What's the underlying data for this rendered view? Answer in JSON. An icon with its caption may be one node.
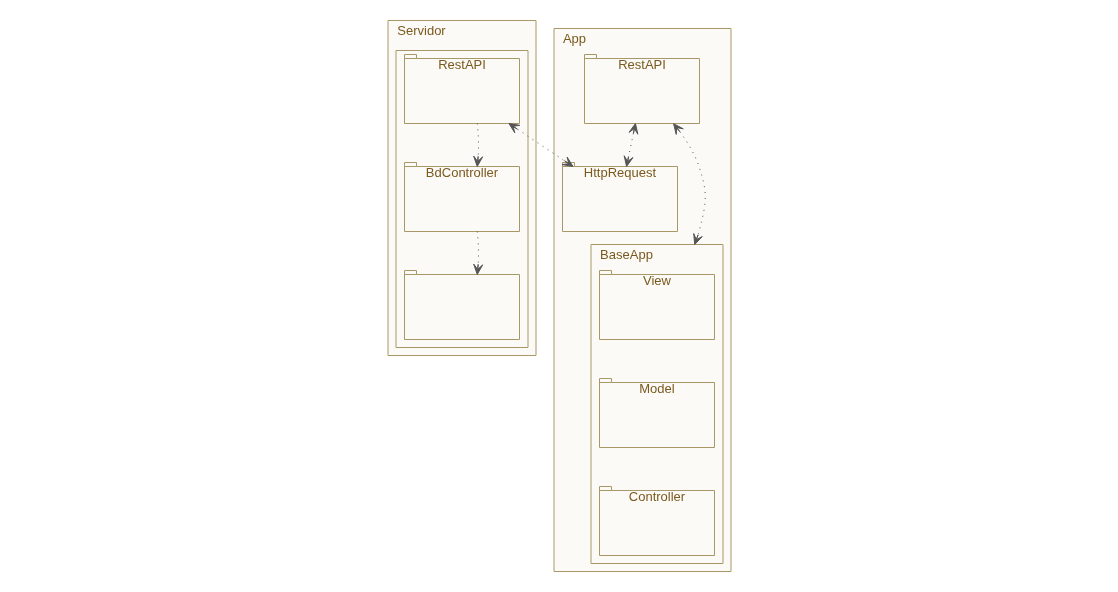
{
  "diagram": {
    "nodes": [
      {
        "text": [
          "Servidor"
        ]
      },
      {
        "text": [],
        "shape": "box",
        "in": 0
      },
      {
        "text": [
          "RestAPI"
        ],
        "in": 1
      },
      {
        "text": [
          "BdController"
        ],
        "in": 1
      },
      {
        "text": [],
        "shape": "box",
        "in": 1
      },
      {
        "text": [
          "App"
        ]
      },
      {
        "text": [
          "RestAPI"
        ],
        "in": 5
      },
      {
        "text": [
          "HttpRequest"
        ],
        "in": 5
      },
      {
        "text": [
          "BaseApp"
        ],
        "in": 5
      },
      {
        "text": [
          "View"
        ],
        "in": 8
      },
      {
        "text": [
          "Model"
        ],
        "in": 8
      },
      {
        "text": [
          "Controller"
        ],
        "in": 8
      }
    ],
    "edges": [
      {
        "from": 2,
        "to": 3,
        "arrow": "to",
        "style": "dashed"
      },
      {
        "from": 3,
        "to": 4,
        "arrow": "to",
        "style": "dashed"
      },
      {
        "from": 2,
        "to": 7,
        "arrow": "both",
        "style": "dashed"
      },
      {
        "from": 6,
        "to": 7,
        "arrow": "both",
        "style": "dashed"
      },
      {
        "from": 6,
        "to": 8,
        "arrow": "both",
        "style": "dashed"
      }
    ]
  }
}
